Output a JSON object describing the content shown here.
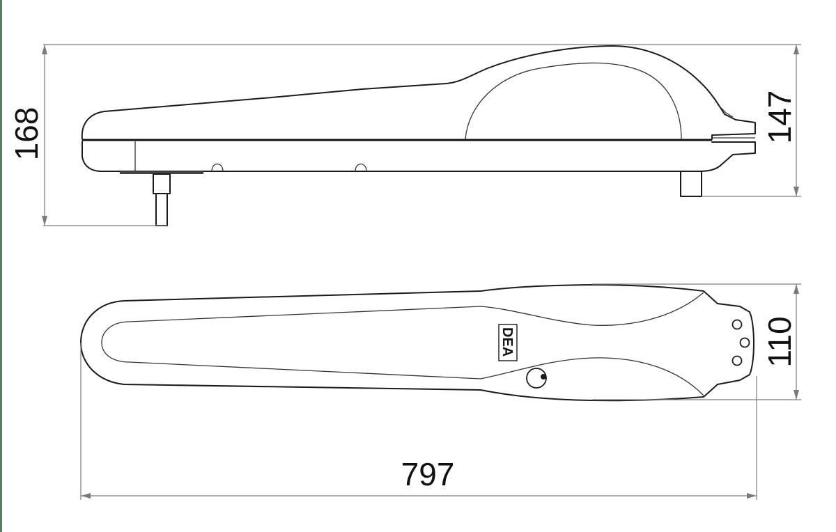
{
  "drawing": {
    "colors": {
      "line": "#1a1a1a",
      "dimension_line": "#7a7a7a",
      "background": "#ffffff",
      "left_edge_band": "#5b7a63"
    },
    "dimensions": {
      "side_view_overall_height": "168",
      "side_view_body_height": "147",
      "top_view_width": "110",
      "overall_length": "797"
    },
    "top_view": {
      "brand_logo": "DEA"
    }
  }
}
